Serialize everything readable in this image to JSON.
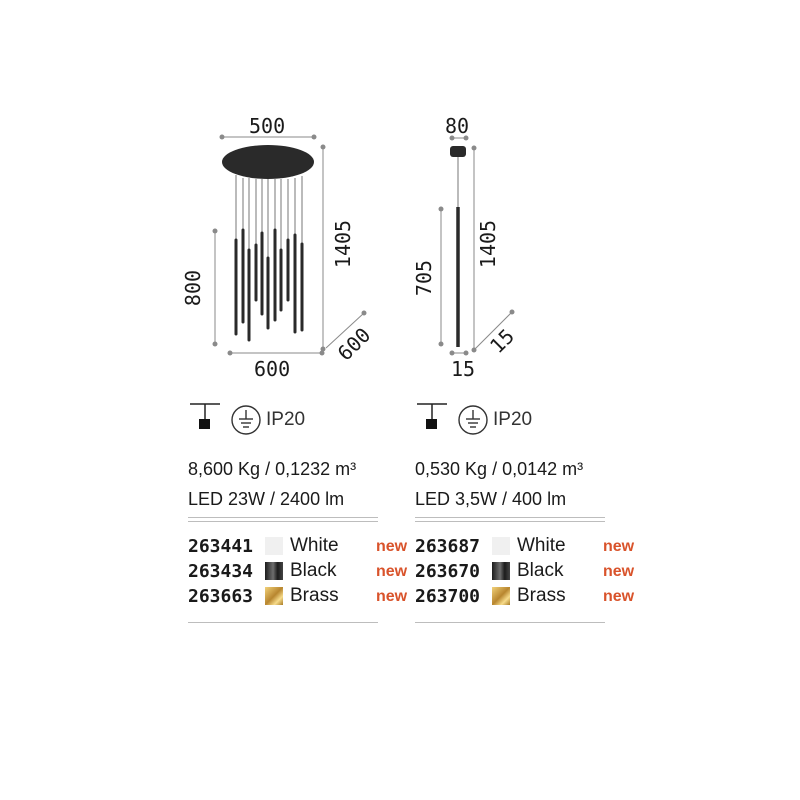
{
  "products": [
    {
      "dimensions": {
        "top_width": "500",
        "height_total": "1405",
        "height_cluster": "800",
        "base_width": "600",
        "depth": "600"
      },
      "ip_rating": "IP20",
      "weight_volume": "8,600 Kg / 0,1232 m³",
      "led": "LED 23W / 2400 lm",
      "variants": [
        {
          "code": "263441",
          "color": "White",
          "badge": "new"
        },
        {
          "code": "263434",
          "color": "Black",
          "badge": "new"
        },
        {
          "code": "263663",
          "color": "Brass",
          "badge": "new"
        }
      ]
    },
    {
      "dimensions": {
        "top_width": "80",
        "height_total": "1405",
        "height_rod": "705",
        "base_width": "15",
        "depth": "15"
      },
      "ip_rating": "IP20",
      "weight_volume": "0,530 Kg / 0,0142 m³",
      "led": "LED 3,5W / 400 lm",
      "variants": [
        {
          "code": "263687",
          "color": "White",
          "badge": "new"
        },
        {
          "code": "263670",
          "color": "Black",
          "badge": "new"
        },
        {
          "code": "263700",
          "color": "Brass",
          "badge": "new"
        }
      ]
    }
  ]
}
